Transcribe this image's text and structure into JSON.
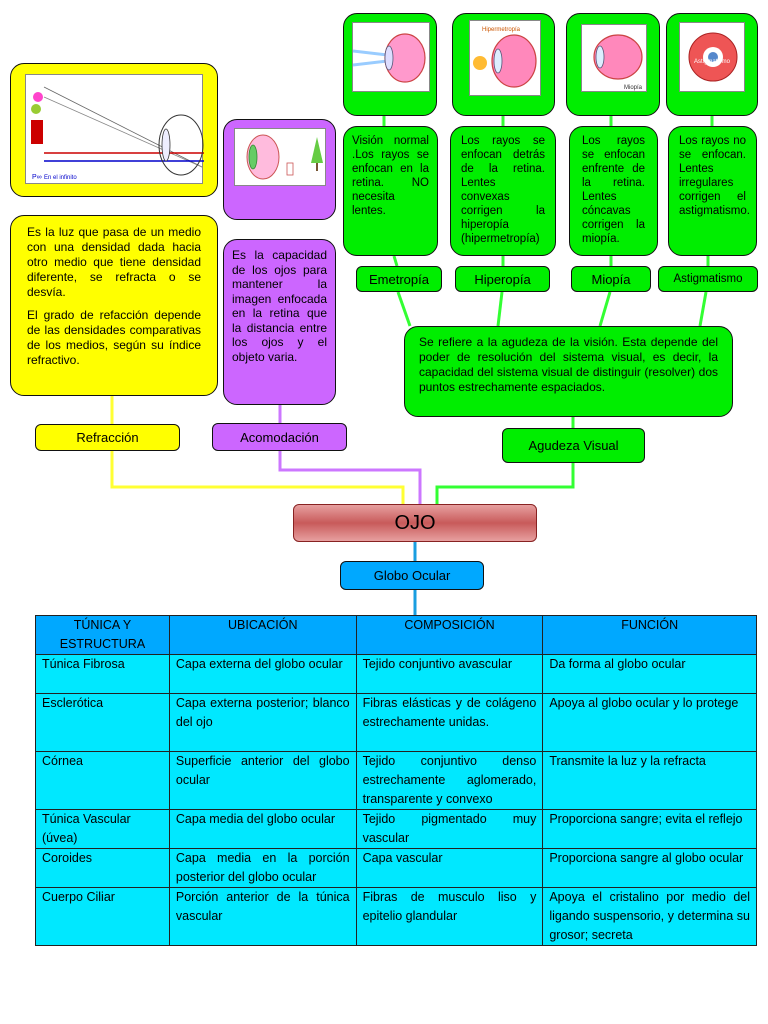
{
  "center": {
    "title": "OJO",
    "globo": "Globo Ocular"
  },
  "refraccion": {
    "label": "Refracción",
    "text1": "Es la luz que pasa de un medio con una densidad dada hacia otro medio que tiene densidad diferente, se refracta o se desvía.",
    "text2": "El grado de refacción depende de las densidades comparativas de los medios, según su índice refractivo.",
    "diagram_caption": "En el infinito",
    "diagram_label": "P∞"
  },
  "acomodacion": {
    "label": "Acomodación",
    "text": "Es la capacidad de los ojos para mantener la imagen enfocada en la retina que la distancia entre los ojos y el objeto varia."
  },
  "agudeza": {
    "label": "Agudeza Visual",
    "text": "Se refiere a la agudeza de la visión. Esta depende del poder de resolución del sistema visual, es decir, la capacidad del sistema visual de distinguir (resolver) dos puntos estrechamente espaciados."
  },
  "conditions": [
    {
      "label": "Emetropía",
      "text": "Visión normal .Los rayos se enfocan en la retina. NO necesita lentes."
    },
    {
      "label": "Hiperopía",
      "text": "Los rayos se enfocan detrás de la retina. Lentes convexas corrigen la hiperopía (hipermetropía)",
      "img_caption": "Hipermetropía"
    },
    {
      "label": "Miopía",
      "text": "Los rayos se enfocan enfrente de la retina. Lentes cóncavas corrigen la miopía.",
      "img_caption": "Miopía"
    },
    {
      "label": "Astigmatismo",
      "text": "Los rayos no se enfocan. Lentes irregulares corrigen el astigmatismo.",
      "img_caption": "Astigmatismo"
    }
  ],
  "table": {
    "headers": [
      "TÚNICA Y ESTRUCTURA",
      "UBICACIÓN",
      "COMPOSICIÓN",
      "FUNCIÓN"
    ],
    "rows": [
      [
        "Túnica Fibrosa",
        "Capa externa del globo ocular",
        "Tejido conjuntivo avascular",
        "Da forma al globo ocular"
      ],
      [
        "Esclerótica",
        "Capa externa posterior; blanco del ojo",
        "Fibras elásticas y de colágeno estrechamente unidas.",
        "Apoya al globo ocular y lo protege"
      ],
      [
        "Córnea",
        "Superficie anterior del globo ocular",
        "Tejido conjuntivo denso estrechamente aglomerado, transparente y convexo",
        "Transmite la luz y la refracta"
      ],
      [
        "Túnica Vascular (úvea)",
        "Capa media del globo ocular",
        "Tejido pigmentado muy vascular",
        "Proporciona sangre; evita el reflejo"
      ],
      [
        "Coroides",
        "Capa media en la porción posterior del globo ocular",
        "Capa vascular",
        "Proporciona sangre al globo ocular"
      ],
      [
        "Cuerpo Ciliar",
        "Porción anterior de la túnica vascular",
        "Fibras de musculo liso y epitelio glandular",
        "Apoya el cristalino por medio del ligando suspensorio, y determina su grosor; secreta"
      ]
    ]
  },
  "colors": {
    "yellow": "#ffff00",
    "violet": "#cc66ff",
    "green": "#00ee00",
    "blue": "#00a8ff",
    "cyan": "#00e8ff",
    "ojo": "#c85a5a"
  }
}
